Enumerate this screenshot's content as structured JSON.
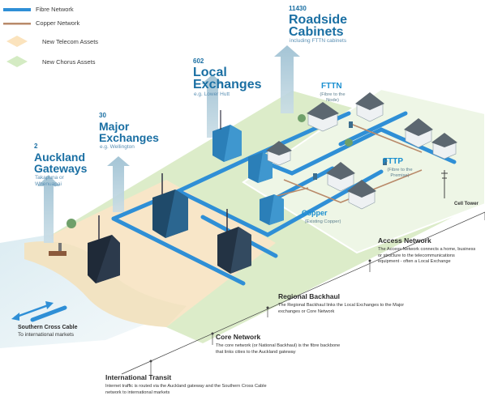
{
  "legend": {
    "fibre": "Fibre Network",
    "copper": "Copper Network",
    "telecom": "New Telecom Assets",
    "chorus": "New Chorus Assets",
    "colors": {
      "fibre": "#2f8fd6",
      "copper": "#b98a6a",
      "telecom": "#fbe8c8",
      "chorus": "#d9ecc8"
    }
  },
  "tiers": {
    "cabinets": {
      "count": "11430",
      "title_line1": "Roadside",
      "title_line2": "Cabinets",
      "subtitle": "including FTTN cabinets"
    },
    "local": {
      "count": "602",
      "title_line1": "Local",
      "title_line2": "Exchanges",
      "subtitle": "e.g. Lower Hutt"
    },
    "major": {
      "count": "30",
      "title_line1": "Major",
      "title_line2": "Exchanges",
      "subtitle": "e.g. Wellington"
    },
    "gateways": {
      "count": "2",
      "title_line1": "Auckland",
      "title_line2": "Gateways",
      "subtitle_line1": "Takapuna or",
      "subtitle_line2": "Whenuapai"
    }
  },
  "scene": {
    "fttn": "FTTN",
    "fttn_sub": "(Fibre to the Node)",
    "fttp": "FTTP",
    "fttp_sub": "(Fibre to the Premise)",
    "copper": "Copper",
    "copper_sub": "(Existing Copper)",
    "cell_tower": "Cell Tower"
  },
  "cable": {
    "title": "Southern Cross Cable",
    "subtitle": "To international markets"
  },
  "sections": {
    "access": {
      "title": "Access Network",
      "desc": "The Access Network connects a home, business or structure to the telecommunications equipment - often a Local Exchange"
    },
    "backhaul": {
      "title": "Regional Backhaul",
      "desc": "The Regional Backhaul links the Local Exchanges to the Major exchanges or Core Network"
    },
    "core": {
      "title": "Core Network",
      "desc": "The core network (or National Backhaul) is the fibre backbone that links cities to the Auckland gateway"
    },
    "transit": {
      "title": "International Transit",
      "desc": "Internet traffic is routed via the Auckland gateway and the Southern Cross Cable network to international markets"
    }
  }
}
